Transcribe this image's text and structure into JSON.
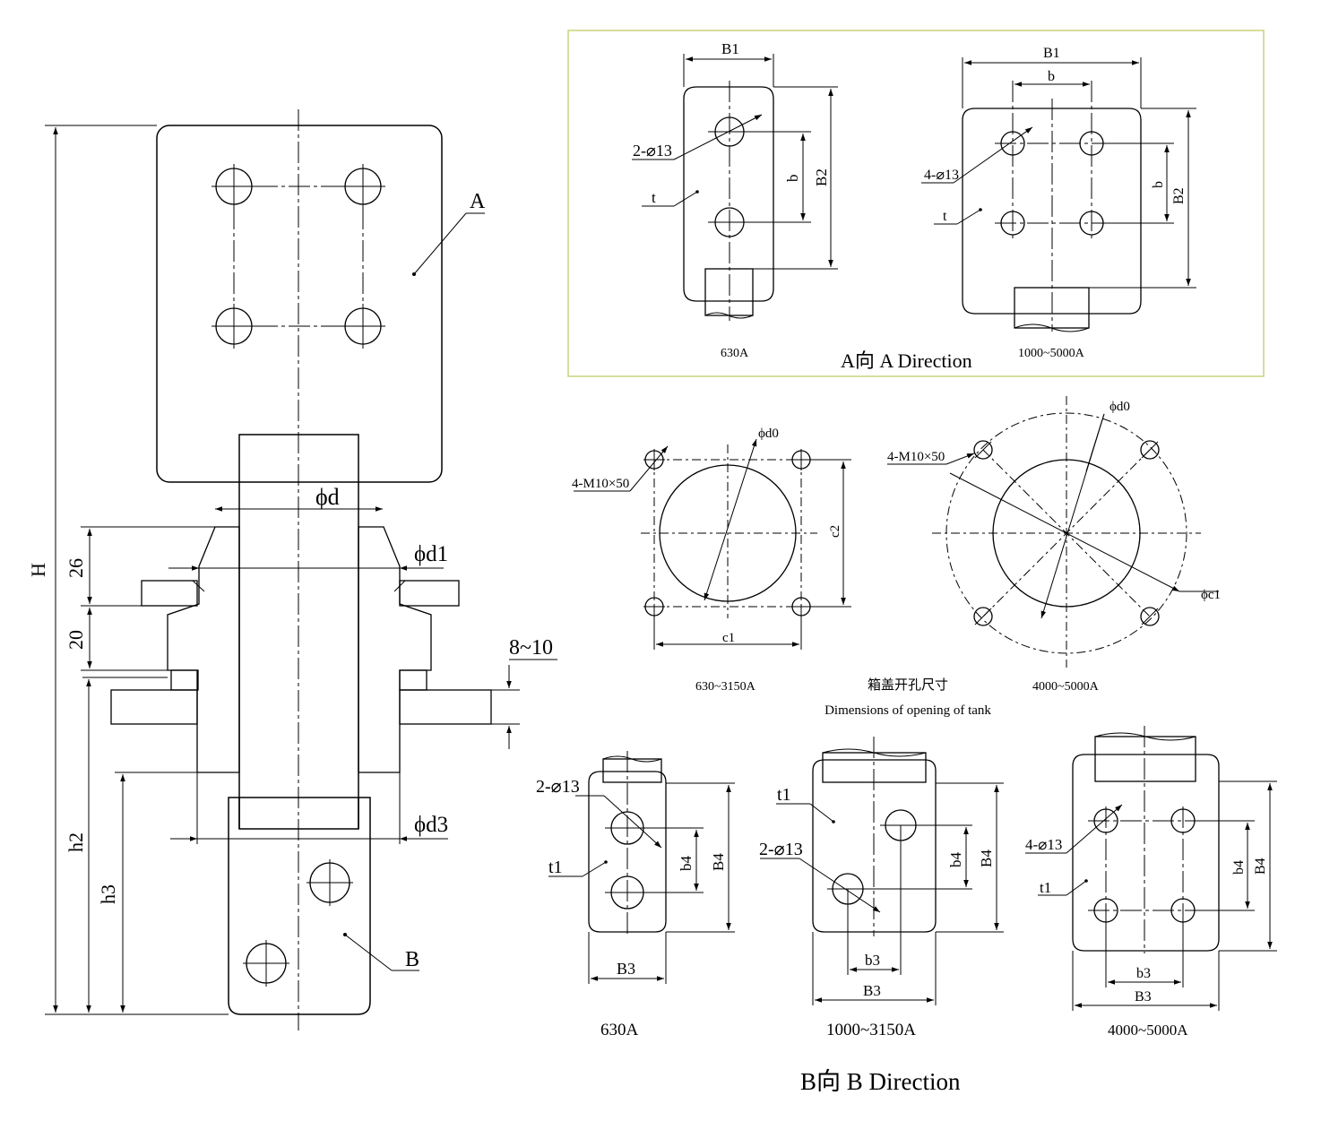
{
  "colors": {
    "line": "#000000",
    "frame": "#c8d27a",
    "background": "#ffffff"
  },
  "main_view": {
    "label_a": "A",
    "label_b": "B",
    "dim_h": "H",
    "dim_26": "26",
    "dim_20": "20",
    "dim_h2": "h2",
    "dim_h3": "h3",
    "dim_phi_d": "ϕd",
    "dim_phi_d1": "ϕd1",
    "dim_phi_d3": "ϕd3",
    "dim_8_10": "8~10"
  },
  "a_direction": {
    "title": "A向 A Direction",
    "v630": {
      "caption": "630A",
      "b1": "B1",
      "b2": "B2",
      "b": "b",
      "holes": "2-⌀13",
      "t": "t"
    },
    "v1000": {
      "caption": "1000~5000A",
      "b1": "B1",
      "b2": "B2",
      "b": "b",
      "b_v": "b",
      "holes": "4-⌀13",
      "t": "t"
    }
  },
  "tank": {
    "caption_cn": "箱盖开孔尺寸",
    "caption_en": "Dimensions of opening of tank",
    "small": {
      "caption": "630~3150A",
      "d0": "ϕd0",
      "thread": "4-M10×50",
      "c1": "c1",
      "c2": "c2"
    },
    "large": {
      "caption": "4000~5000A",
      "d0": "ϕd0",
      "thread": "4-M10×50",
      "c1": "ϕc1"
    }
  },
  "b_direction": {
    "title": "B向 B Direction",
    "v630": {
      "caption": "630A",
      "holes": "2-⌀13",
      "t1": "t1",
      "b3": "B3",
      "b4": "b4",
      "B4": "B4"
    },
    "v1000": {
      "caption": "1000~3150A",
      "holes": "2-⌀13",
      "t1": "t1",
      "b3": "b3",
      "B3": "B3",
      "b4": "b4",
      "B4": "B4"
    },
    "v4000": {
      "caption": "4000~5000A",
      "holes": "4-⌀13",
      "t1": "t1",
      "b3": "b3",
      "B3": "B3",
      "b4": "b4",
      "B4": "B4"
    }
  }
}
